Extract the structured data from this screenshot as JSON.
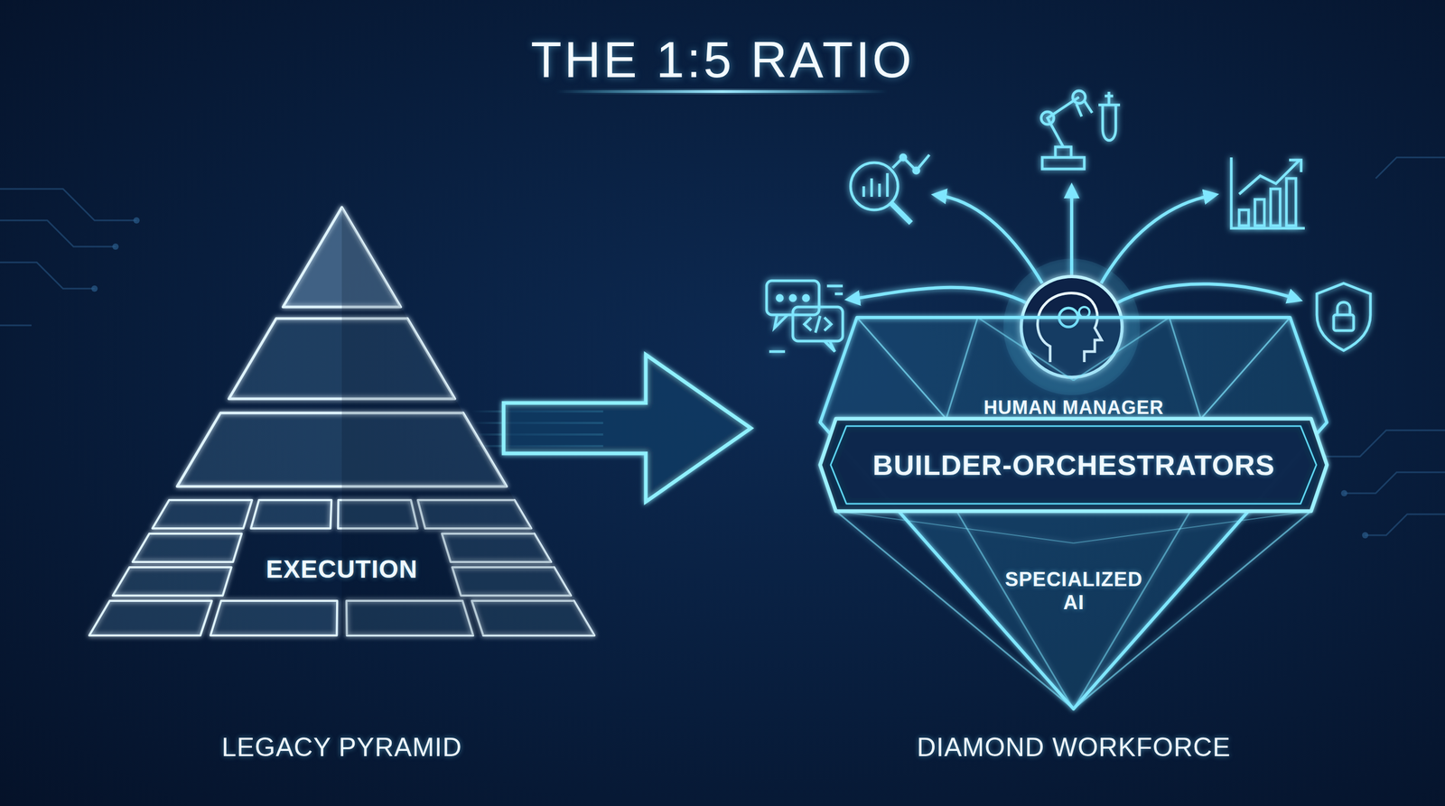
{
  "diagram": {
    "title": "THE 1:5 RATIO",
    "nodes": [
      {
        "text": [
          "EXECUTION",
          "LEGACY PYRAMID"
        ]
      },
      {
        "text": [
          "HUMAN MANAGER",
          "SPECIALIZED AI",
          "DIAMOND WORKFORCE"
        ]
      },
      {
        "text": [
          "BUILDER-ORCHESTRATORS"
        ],
        "in": 1
      }
    ],
    "edges": [
      {
        "from": 0,
        "to": 1,
        "arrow": "to"
      }
    ]
  }
}
